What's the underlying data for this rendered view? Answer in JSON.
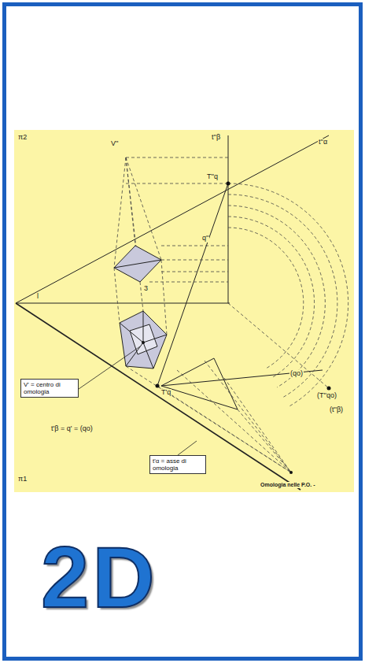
{
  "diagram": {
    "nodes": [
      {
        "text": [
          "2D"
        ]
      },
      {
        "text": [
          "V' = centro di omologia"
        ],
        "in": 0
      },
      {
        "text": [
          "t'α = asse di omologia"
        ],
        "in": 0
      }
    ],
    "labels": [
      "π2",
      "t''β",
      "t''α",
      "V''",
      "T''q",
      "q''",
      "3",
      "l",
      "T'q",
      "t'β = q' = (qo)",
      "(qo)",
      "(T''qo)",
      "(t''β)",
      "π1",
      "Omologia nelle P.O. -"
    ]
  }
}
